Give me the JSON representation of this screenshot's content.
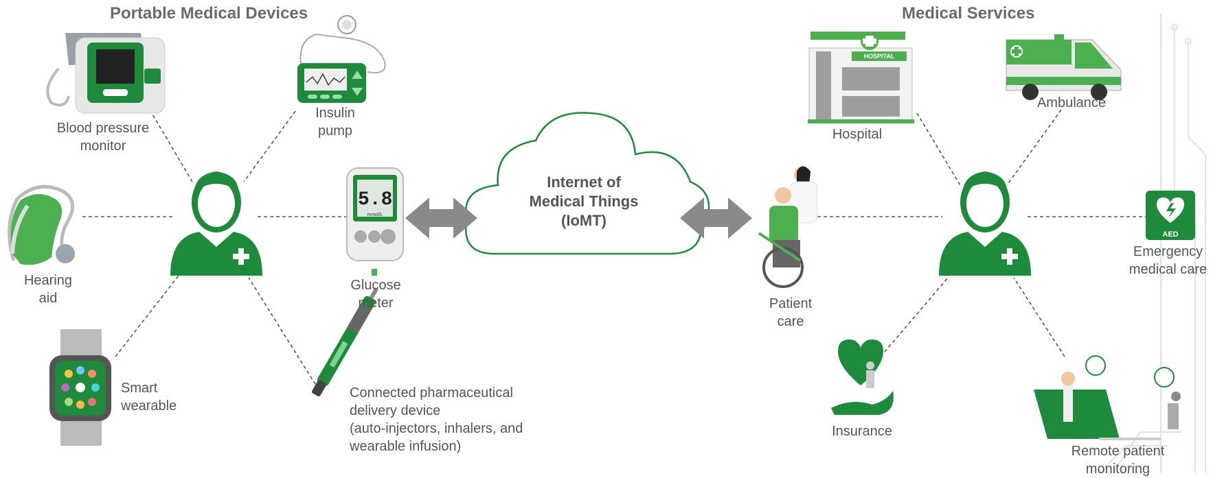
{
  "titles": {
    "left": "Portable Medical Devices",
    "right": "Medical Services"
  },
  "center": {
    "line1": "Internet of",
    "line2": "Medical Things",
    "line3": "(IoMT)"
  },
  "glucose_display": "5.8",
  "glucose_unit": "mmol/L",
  "hospital_sign": "HOSPITAL",
  "aed_label": "AED",
  "left_devices": {
    "bp_l1": "Blood pressure",
    "bp_l2": "monitor",
    "insulin_l1": "Insulin",
    "insulin_l2": "pump",
    "hearing_l1": "Hearing",
    "hearing_l2": "aid",
    "glucose_l1": "Glucose",
    "glucose_l2": "meter",
    "smart_l1": "Smart",
    "smart_l2": "wearable",
    "pharma_l1": "Connected pharmaceutical",
    "pharma_l2": "delivery device",
    "pharma_l3": "(auto-injectors, inhalers, and",
    "pharma_l4": "wearable infusion)"
  },
  "right_services": {
    "hospital": "Hospital",
    "ambulance": "Ambulance",
    "patient_l1": "Patient",
    "patient_l2": "care",
    "emergency_l1": "Emergency",
    "emergency_l2": "medical care",
    "insurance": "Insurance",
    "remote_l1": "Remote patient",
    "remote_l2": "monitoring"
  },
  "colors": {
    "green": "#1e8a3c",
    "light_green": "#4caf50",
    "gray_arrow": "#8a8a8a",
    "dashed": "#555555"
  }
}
